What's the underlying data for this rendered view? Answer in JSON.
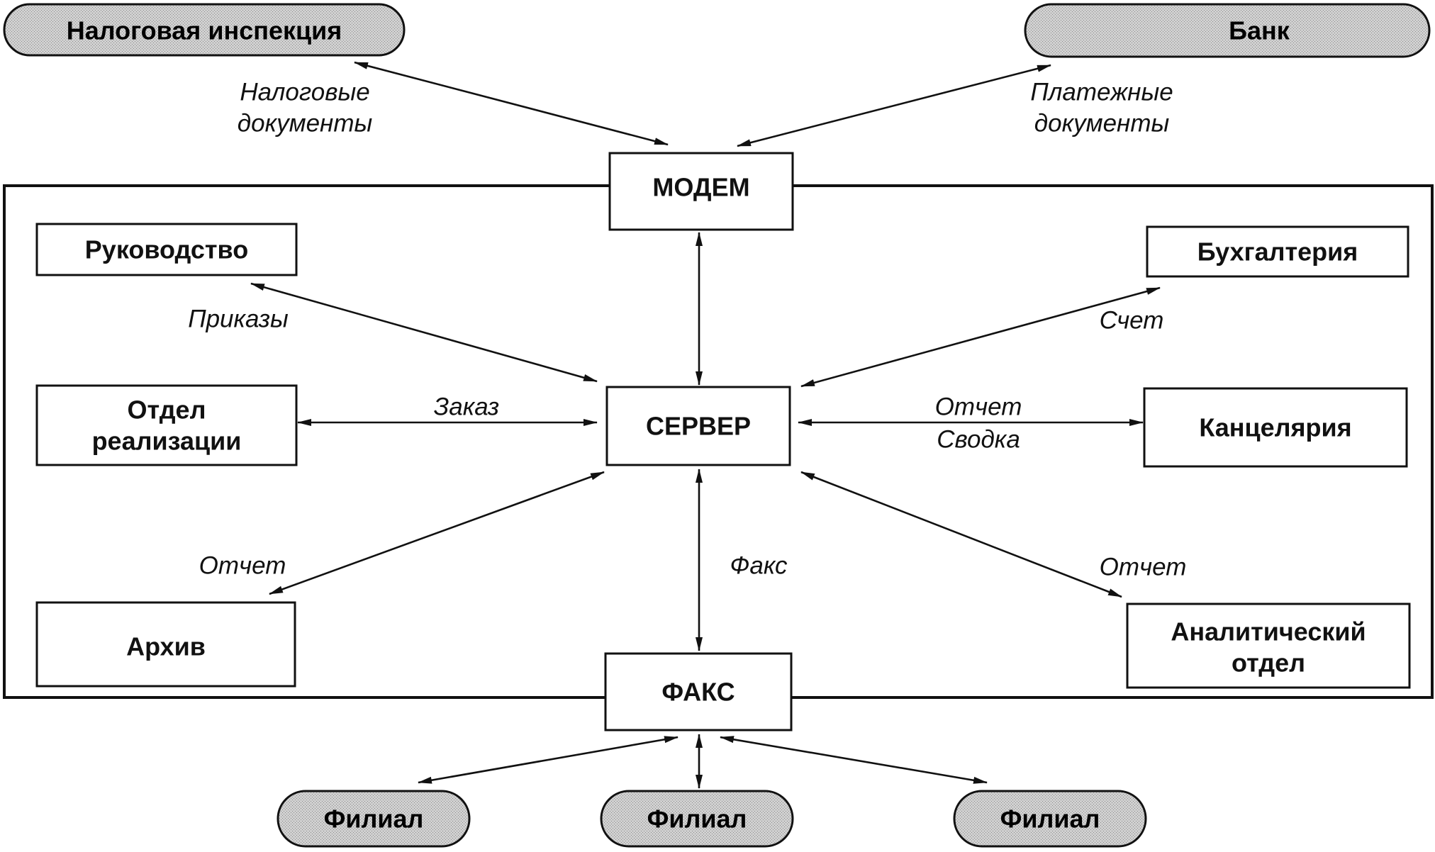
{
  "colors": {
    "stroke": "#111111",
    "background": "#ffffff",
    "pill_fill": "#c8c8c8"
  },
  "external": {
    "tax": "Налоговая инспекция",
    "bank": "Банк",
    "branch_left": "Филиал",
    "branch_center": "Филиал",
    "branch_right": "Филиал"
  },
  "nodes": {
    "modem": "МОДЕМ",
    "server": "СЕРВЕР",
    "fax": "ФАКС",
    "management": "Руководство",
    "accounting": "Бухгалтерия",
    "sales_line1": "Отдел",
    "sales_line2": "реализации",
    "office": "Канцелярия",
    "archive": "Архив",
    "analytics_line1": "Аналитический",
    "analytics_line2": "отдел"
  },
  "edges": {
    "tax_docs_line1": "Налоговые",
    "tax_docs_line2": "документы",
    "payment_docs_line1": "Платежные",
    "payment_docs_line2": "документы",
    "orders": "Приказы",
    "invoice": "Счет",
    "order": "Заказ",
    "report_office": "Отчет",
    "summary_office": "Сводка",
    "report_archive": "Отчет",
    "fax": "Факс",
    "report_analytics": "Отчет"
  }
}
